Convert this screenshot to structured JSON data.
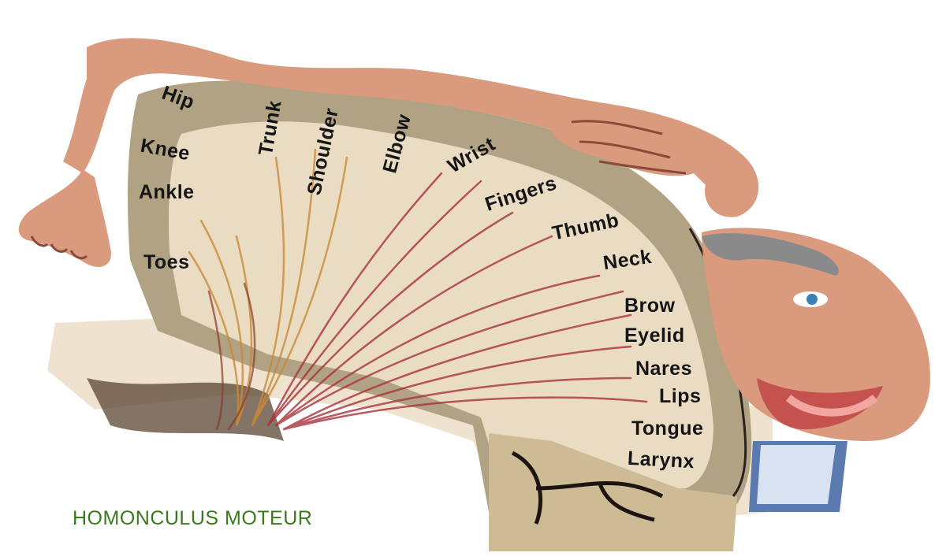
{
  "caption": "HOMONCULUS MOTEUR",
  "regions": {
    "hip": "Hip",
    "knee": "Knee",
    "ankle": "Ankle",
    "toes": "Toes",
    "trunk": "Trunk",
    "shoulder": "Shoulder",
    "elbow": "Elbow",
    "wrist": "Wrist",
    "fingers": "Fingers",
    "thumb": "Thumb",
    "neck": "Neck",
    "brow": "Brow",
    "eyelid": "Eyelid",
    "nares": "Nares",
    "lips": "Lips",
    "tongue": "Tongue",
    "larynx": "Larynx"
  },
  "colors": {
    "cortex_outer": "#b0a283",
    "cortex_inner": "#e9dcc3",
    "skin": "#d99a7e",
    "fiber_red": "#a8323a",
    "fiber_orange": "#c98a3a",
    "caption_green": "#3a7a1e"
  }
}
